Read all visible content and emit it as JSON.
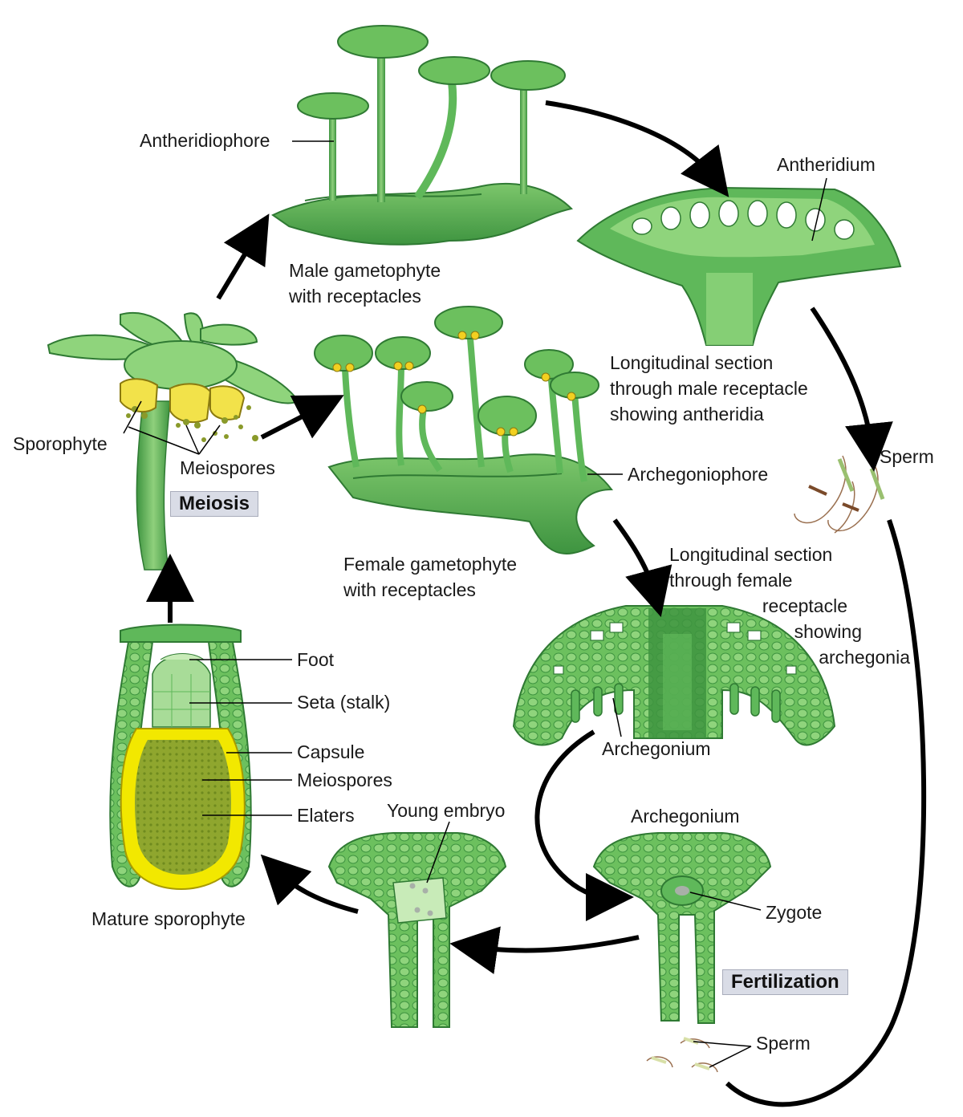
{
  "labels": {
    "antheridiophore": "Antheridiophore",
    "male_gametophyte": [
      "Male gametophyte",
      "with receptacles"
    ],
    "antheridium": "Antheridium",
    "long_section_male": [
      "Longitudinal section",
      "through male receptacle",
      "showing antheridia"
    ],
    "sperm_top": "Sperm",
    "sporophyte": "Sporophyte",
    "meiospores_top": "Meiospores",
    "archegoniophore": "Archegoniophore",
    "female_gametophyte": [
      "Female gametophyte",
      "with receptacles"
    ],
    "long_section_female": [
      "Longitudinal section",
      "through female",
      "receptacle",
      "showing",
      "archegonia"
    ],
    "foot": "Foot",
    "seta": "Seta (stalk)",
    "capsule": "Capsule",
    "meiospores_bottom": "Meiospores",
    "elaters": "Elaters",
    "archegonium_female_section": "Archegonium",
    "young_embryo": "Young embryo",
    "archegonium_bottom": "Archegonium",
    "zygote": "Zygote",
    "mature_sporophyte": "Mature sporophyte",
    "sperm_bottom": "Sperm"
  },
  "stages": {
    "meiosis": "Meiosis",
    "fertilization": "Fertilization"
  },
  "colors": {
    "plant_green": "#5fb85a",
    "dark_green": "#2f8a36",
    "light_green": "#a8dc98",
    "capsule_yellow": "#f2e800",
    "spore_olive": "#8a9a2a",
    "stage_box": "#d9dce6"
  }
}
